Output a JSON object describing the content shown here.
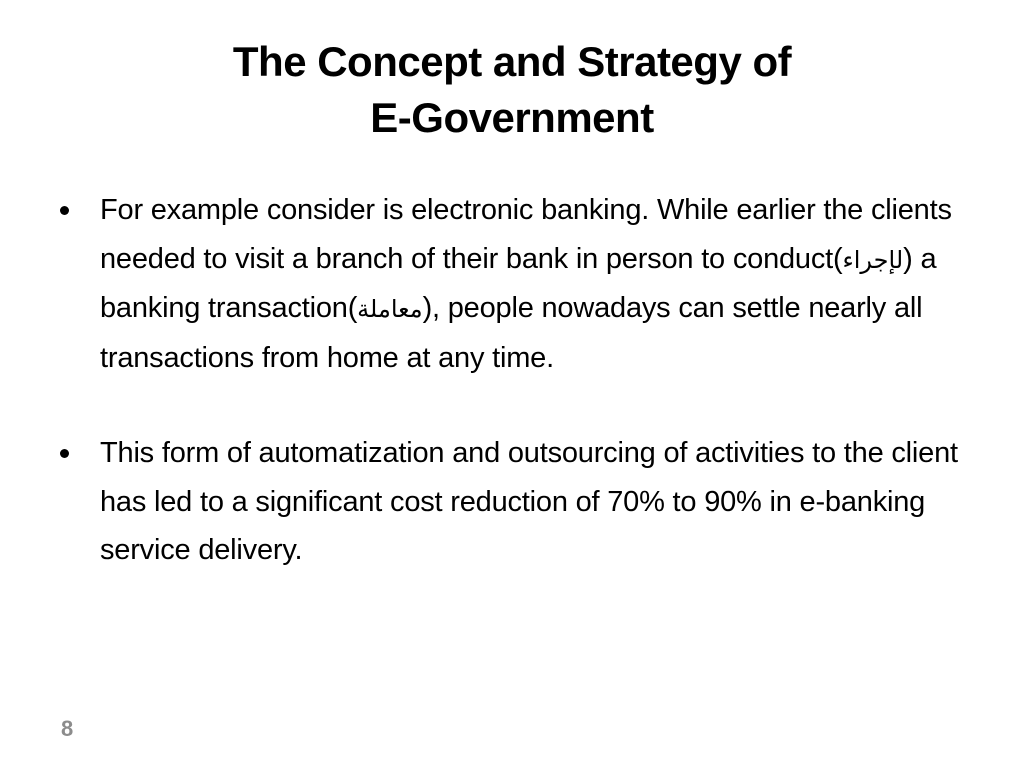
{
  "slide": {
    "title": {
      "line1": "The Concept and Strategy of",
      "line2": "E-Government"
    },
    "bullets": [
      {
        "segments": {
          "t1": "For example consider is electronic banking. While earlier the clients needed to visit a branch of their bank in person to conduct(",
          "ar1": "لإجراء",
          "t2": ") a banking transaction(",
          "ar2": "معاملة",
          "t3": "), people nowadays can settle nearly all transactions from home at any time."
        }
      },
      {
        "segments": {
          "t1": "This form of automatization and outsourcing of activities to the client has led to a significant cost reduction of 70% to 90% in e-banking service delivery."
        }
      }
    ],
    "slide_number": "8",
    "colors": {
      "background": "#ffffff",
      "text": "#000000",
      "slide_number": "#8c8c8c"
    }
  }
}
